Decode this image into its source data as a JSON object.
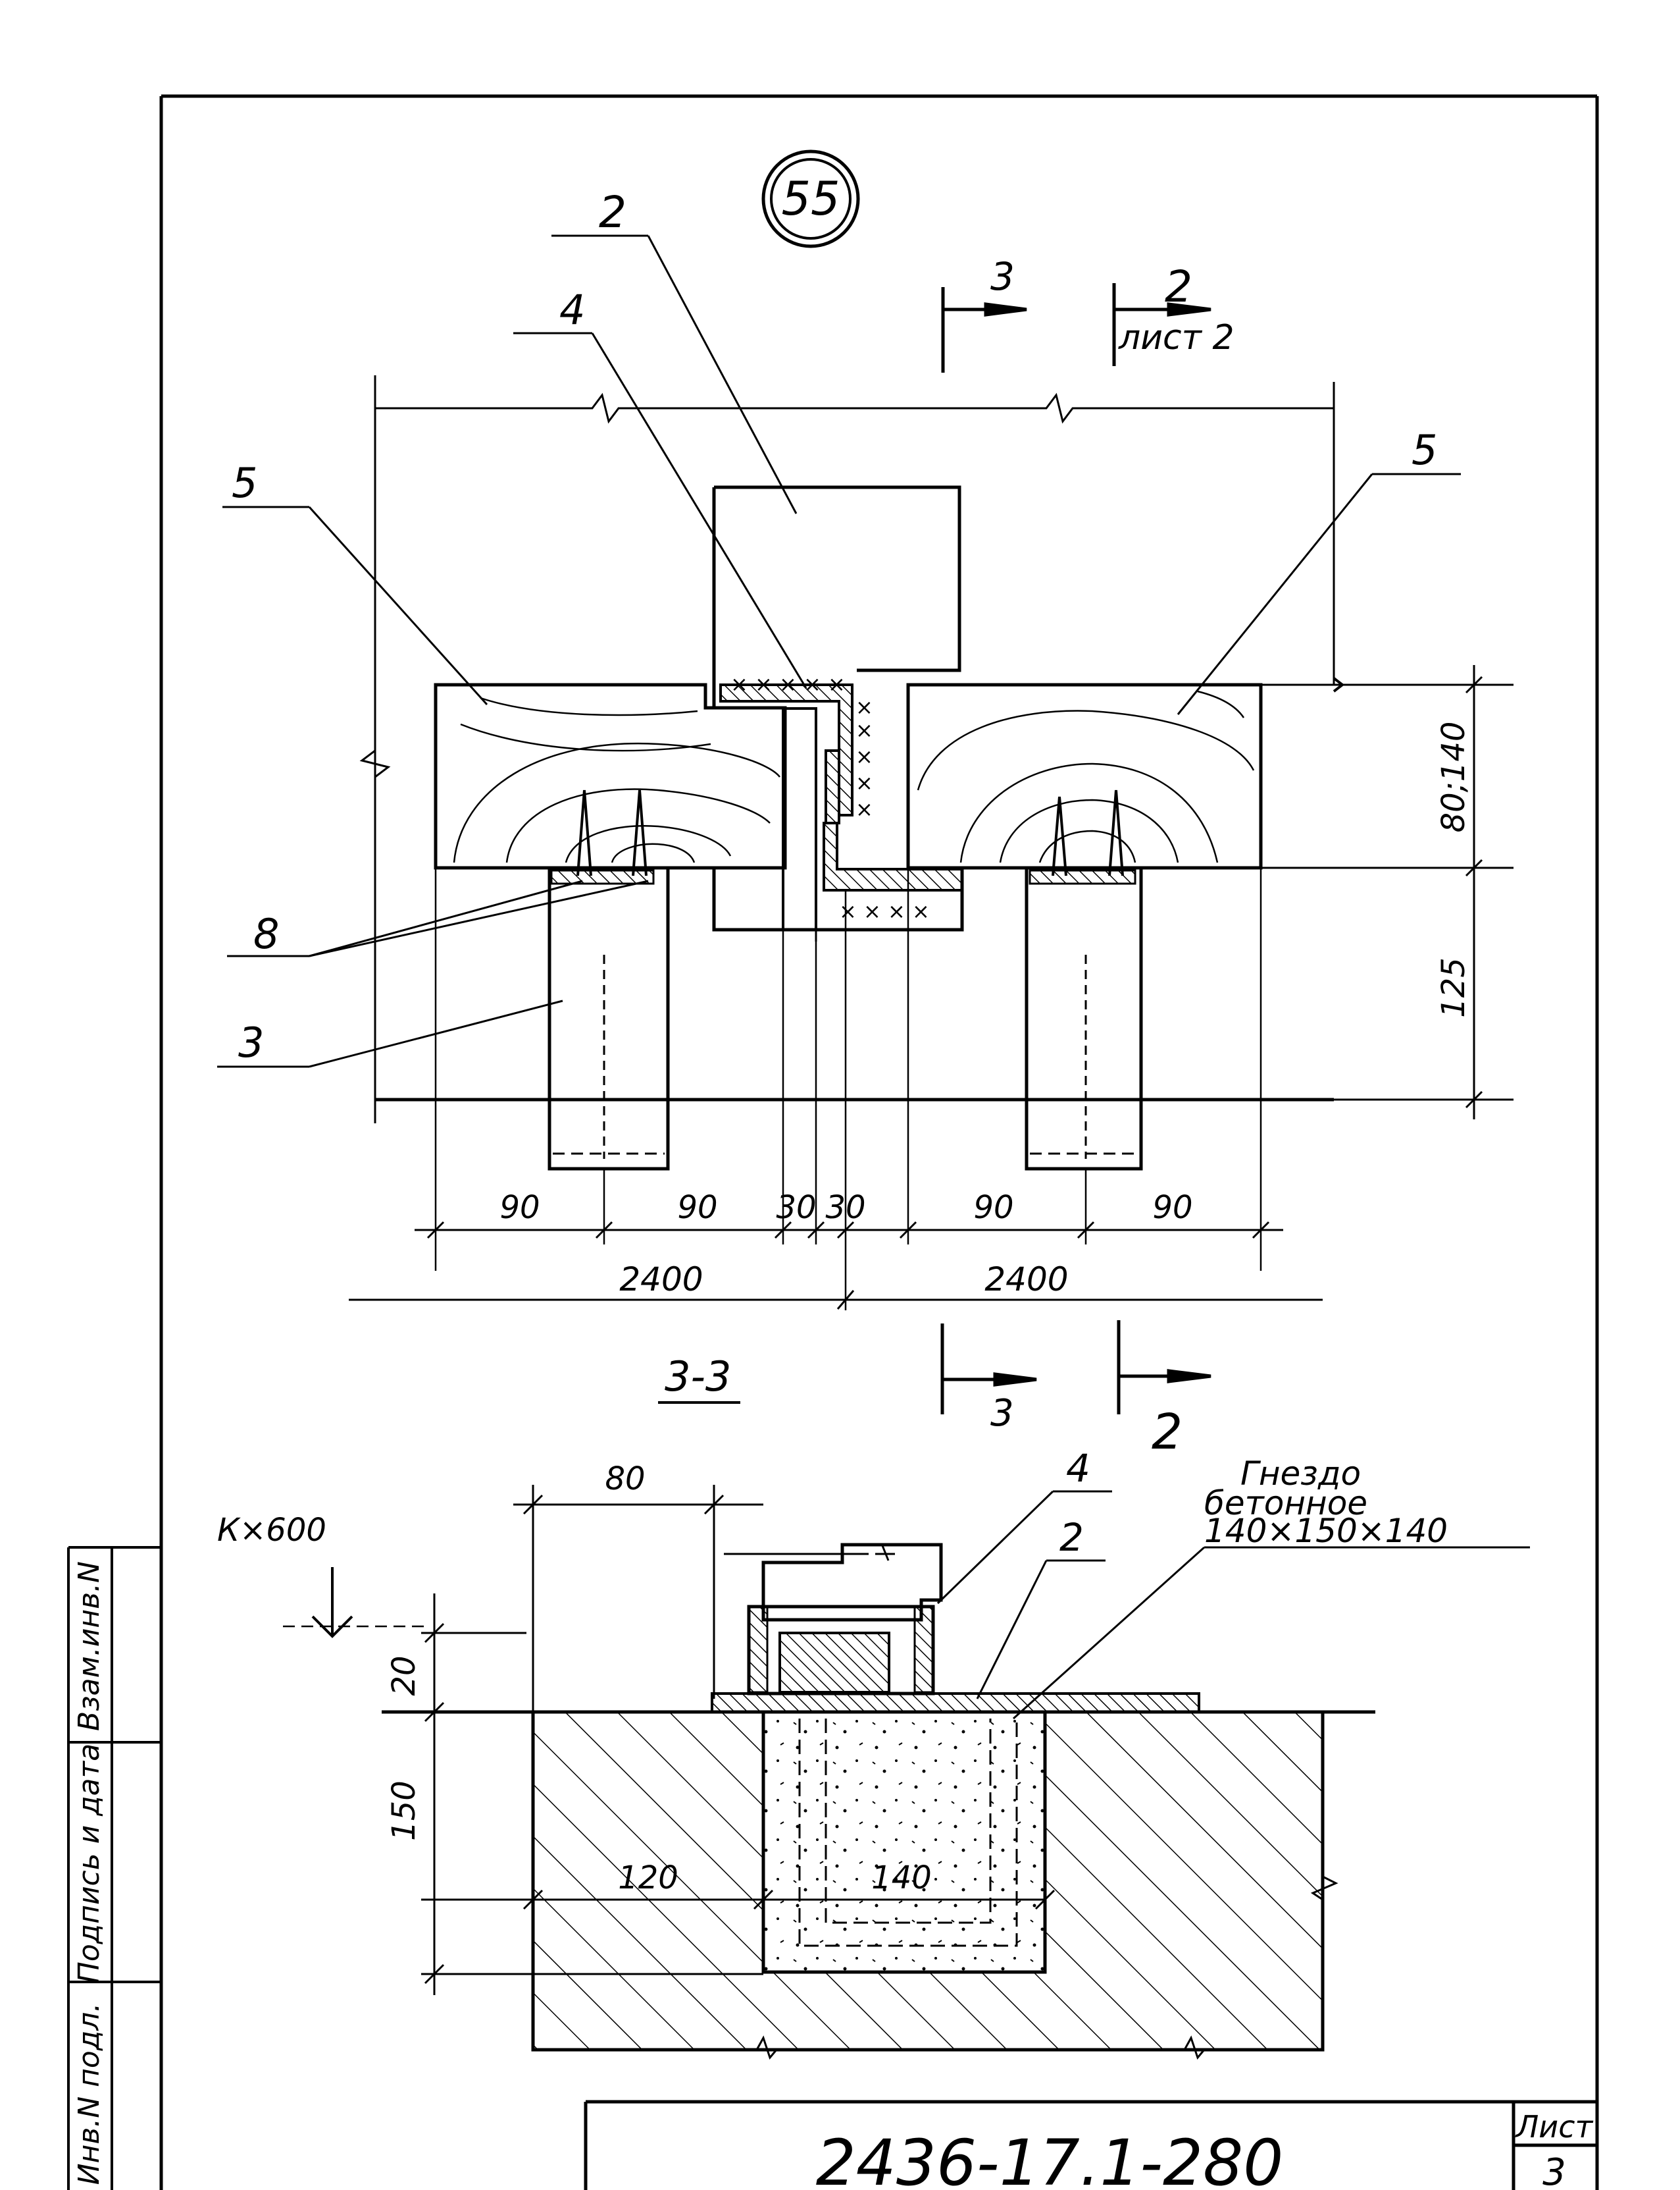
{
  "detail_number": "55",
  "plan": {
    "section_marks": [
      {
        "number": "3",
        "sheet": ""
      },
      {
        "number": "2",
        "sheet": "лист 2"
      }
    ],
    "callouts": {
      "top_post": "2",
      "gasket": "4",
      "left_beam": "5",
      "right_beam": "5",
      "pads": "8",
      "post_below": "3"
    },
    "dims_bottom": [
      "90",
      "90",
      "30",
      "30",
      "90",
      "90"
    ],
    "spans": [
      "2400",
      "2400"
    ],
    "dims_right": [
      "80;140",
      "125"
    ]
  },
  "section_3_3": {
    "title": "3-3",
    "marks": [
      {
        "number": "3"
      },
      {
        "number": "2"
      }
    ],
    "level_mark": "К×600",
    "dim_width": "80",
    "dim_offset": "20",
    "dim_depth": "150",
    "dim_inner": "120",
    "dim_socket": "140",
    "callouts": {
      "gasket": "4",
      "post": "2"
    },
    "socket_note": [
      "Гнездо",
      "бетонное",
      "140×150×140"
    ]
  },
  "side_stamp": [
    "Инв.N подл.",
    "Подпись и дата",
    "Взам.инв.N"
  ],
  "title_block": {
    "code": "2436-17.1-280",
    "sheet_label": "Лист",
    "sheet_number": "3"
  }
}
